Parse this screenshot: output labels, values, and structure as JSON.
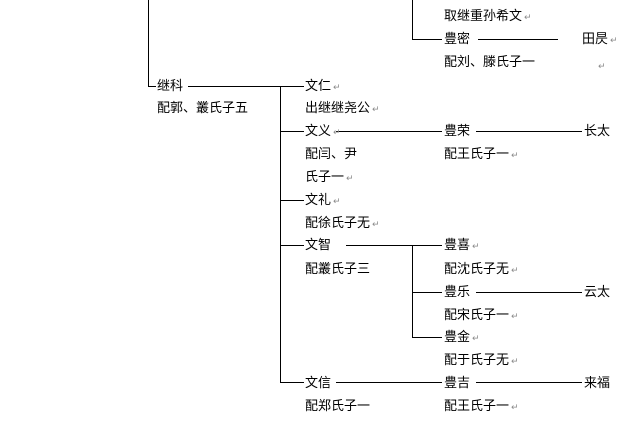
{
  "tree": {
    "top_cut": "取继重孙希文",
    "fengmi": {
      "name": "豊密",
      "spouse": "配刘、滕氏子一",
      "child": "田昃"
    },
    "jike": {
      "name": "继科",
      "spouse": "配郭、叢氏子五"
    },
    "wenren": {
      "name": "文仁",
      "note": "出继继尧公"
    },
    "wenyi": {
      "name": "文义",
      "spouse_line1": "配闫、尹",
      "spouse_line2": "氏子一"
    },
    "fengrong": {
      "name": "豊荣",
      "spouse": "配王氏子一",
      "child": "长太"
    },
    "wenli": {
      "name": "文礼",
      "spouse": "配徐氏子无"
    },
    "wenzhi": {
      "name": "文智",
      "spouse": "配叢氏子三"
    },
    "fengxi": {
      "name": "豊喜",
      "spouse": "配沈氏子无"
    },
    "fengle": {
      "name": "豊乐",
      "spouse": "配宋氏子一",
      "child": "云太"
    },
    "fengjin": {
      "name": "豊金",
      "spouse": "配于氏子无"
    },
    "wenxin": {
      "name": "文信",
      "spouse": "配郑氏子一"
    },
    "fengji": {
      "name": "豊吉",
      "spouse": "配王氏子一",
      "child": "来福"
    }
  },
  "para_mark": "↵"
}
